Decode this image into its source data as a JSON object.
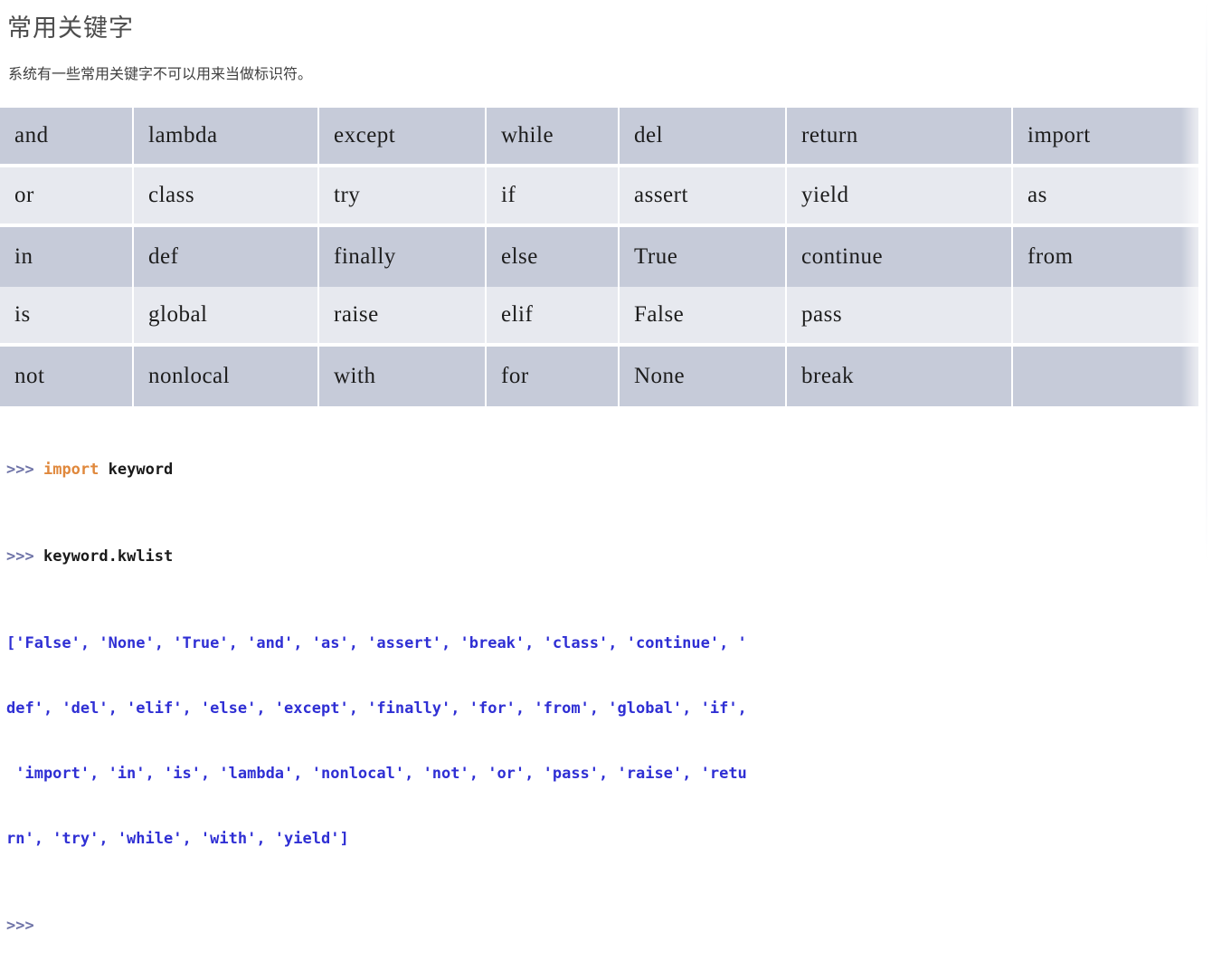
{
  "slide": {
    "title": "常用关键字",
    "subtitle": "系统有一些常用关键字不可以用来当做标识符。"
  },
  "keyword_table": {
    "rows": [
      {
        "band": "dark",
        "cells": [
          "and",
          "lambda",
          "except",
          "while",
          "del",
          "return",
          "import"
        ]
      },
      {
        "band": "light",
        "cells": [
          "or",
          "class",
          "try",
          "if",
          "assert",
          "yield",
          "as"
        ]
      },
      {
        "band": "dark",
        "cells": [
          "in",
          "def",
          "finally",
          "else",
          "True",
          "continue",
          "from"
        ]
      },
      {
        "band": "light",
        "cells": [
          "is",
          "global",
          "raise",
          "elif",
          "False",
          "pass",
          ""
        ]
      },
      {
        "band": "dark",
        "cells": [
          "not",
          "nonlocal",
          "with",
          "for",
          "None",
          "break",
          ""
        ]
      }
    ]
  },
  "console": {
    "prompt": ">>>",
    "line1_keyword": "import",
    "line1_module": "keyword",
    "line2_command": "keyword.kwlist",
    "output_lines": [
      "['False', 'None', 'True', 'and', 'as', 'assert', 'break', 'class', 'continue', '",
      "def', 'del', 'elif', 'else', 'except', 'finally', 'for', 'from', 'global', 'if',",
      " 'import', 'in', 'is', 'lambda', 'nonlocal', 'not', 'or', 'pass', 'raise', 'retu",
      "rn', 'try', 'while', 'with', 'yield']"
    ]
  },
  "colors": {
    "title": "#4c4c4c",
    "band_dark": "#c6cbd9",
    "band_light": "#e7e9ef",
    "console_output": "#2f2fd4",
    "console_prompt": "#6f74a8",
    "console_import_keyword": "#e0883c"
  }
}
